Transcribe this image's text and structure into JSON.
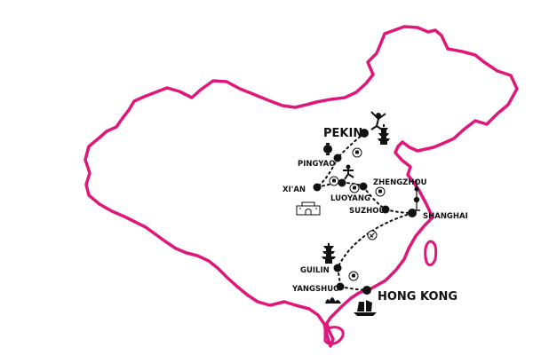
{
  "map": {
    "border_color": "#e0177b",
    "route_color": "#111111",
    "cities": [
      {
        "id": "pekin",
        "label": "PEKIN",
        "size": "large"
      },
      {
        "id": "pingyao",
        "label": "PINGYAO",
        "size": "small"
      },
      {
        "id": "xian",
        "label": "XI'AN",
        "size": "small"
      },
      {
        "id": "luoyang",
        "label": "LUOYANG",
        "size": "small"
      },
      {
        "id": "zhengzhou",
        "label": "ZHENGZHOU",
        "size": "small"
      },
      {
        "id": "suzhou",
        "label": "SUZHOU",
        "size": "small"
      },
      {
        "id": "shanghai",
        "label": "SHANGHAI",
        "size": "small"
      },
      {
        "id": "guilin",
        "label": "GUILIN",
        "size": "small"
      },
      {
        "id": "yangshuo",
        "label": "YANGSHUO",
        "size": "small"
      },
      {
        "id": "hongkong",
        "label": "HONG KONG",
        "size": "large"
      }
    ],
    "landmark_icons": [
      "kungfu-figure-icon",
      "pagoda-icon",
      "lantern-icon",
      "city-wall-gate-icon",
      "shaolin-fighter-icon",
      "oriental-pearl-tower-icon",
      "guilin-pagoda-icon",
      "karst-mountains-icon",
      "junk-boat-icon"
    ],
    "transport_icons": [
      "train-icon",
      "train-icon",
      "train-icon",
      "train-icon",
      "flight-icon",
      "train-icon"
    ]
  }
}
